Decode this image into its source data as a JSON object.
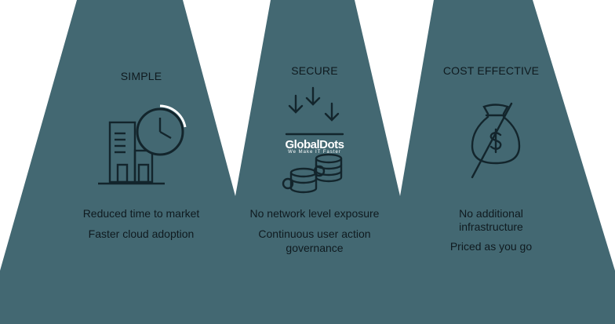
{
  "colors": {
    "panel": "#436872",
    "ink": "#13252c",
    "background": "#ffffff"
  },
  "columns": [
    {
      "heading": "SIMPLE",
      "icon": "building-clock-icon",
      "lines": [
        "Reduced time to market",
        "Faster cloud adoption"
      ]
    },
    {
      "heading": "SECURE",
      "icon": "arrows-database-icon",
      "logo": {
        "name": "GlobalDots",
        "tagline": "We Make IT Faster"
      },
      "lines": [
        "No network level exposure",
        "Continuous user action",
        "governance"
      ]
    },
    {
      "heading": "COST EFFECTIVE",
      "icon": "money-bag-crossed-icon",
      "lines": [
        "No additional",
        "infrastructure",
        "Priced as you go"
      ]
    }
  ]
}
